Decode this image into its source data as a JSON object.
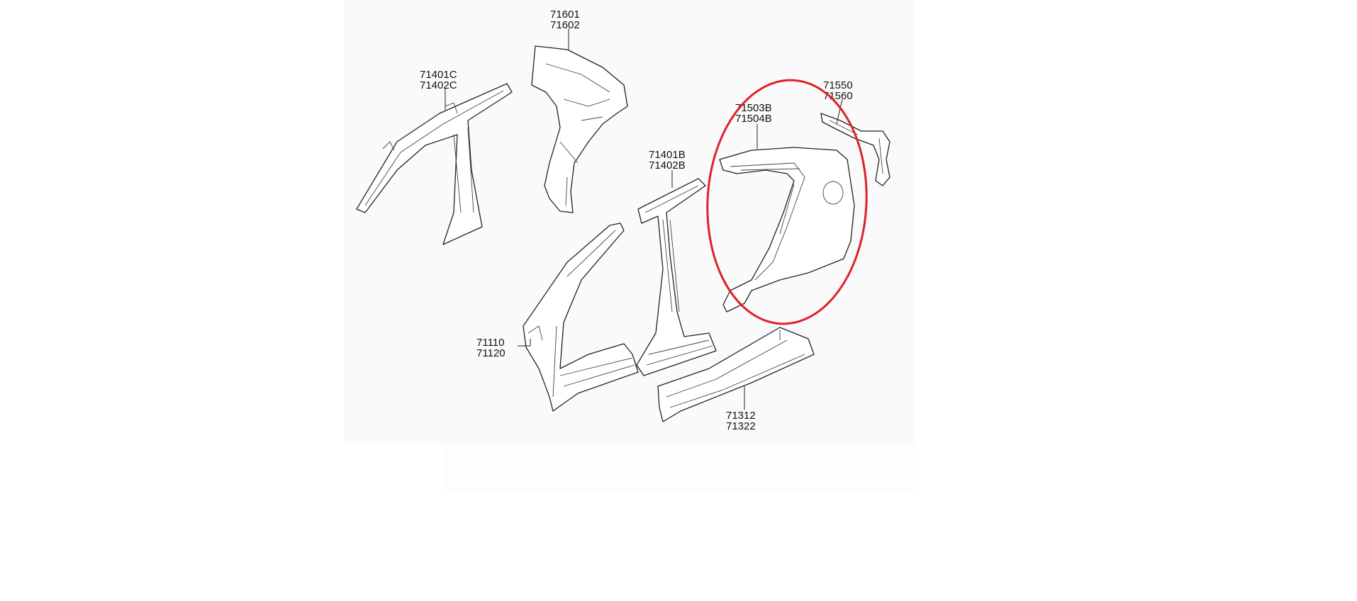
{
  "diagram": {
    "callouts": [
      {
        "id": "quarter-inner-upper",
        "lines": [
          "71601",
          "71602"
        ]
      },
      {
        "id": "a-pillar-inner",
        "lines": [
          "71401C",
          "71402C"
        ]
      },
      {
        "id": "rear-bracket",
        "lines": [
          "71550",
          "71560"
        ]
      },
      {
        "id": "quarter-panel-outer",
        "lines": [
          "71503B",
          "71504B"
        ]
      },
      {
        "id": "center-pillar",
        "lines": [
          "71401B",
          "71402B"
        ]
      },
      {
        "id": "front-pillar-outer",
        "lines": [
          "71110",
          "71120"
        ]
      },
      {
        "id": "side-sill",
        "lines": [
          "71312",
          "71322"
        ]
      }
    ],
    "highlight_color": "#e0202a",
    "highlighted_part": "quarter-panel-outer"
  }
}
